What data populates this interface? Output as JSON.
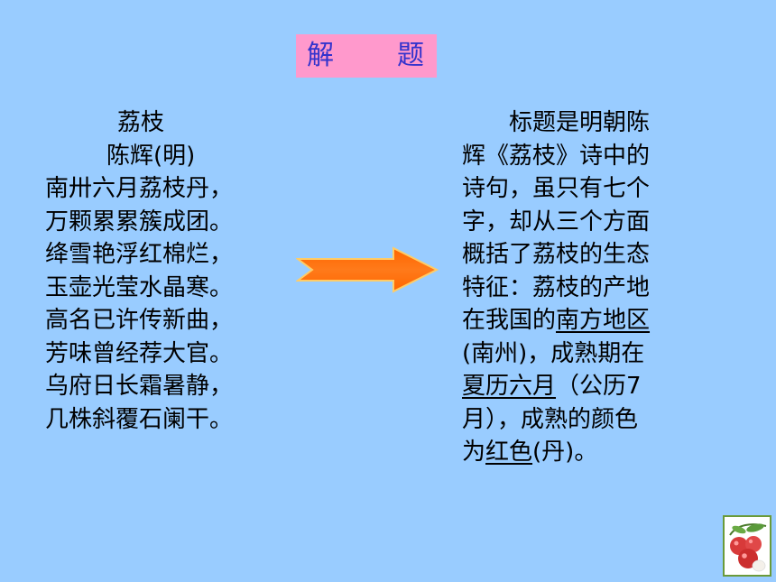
{
  "header": {
    "title_left": "解",
    "title_right": "题"
  },
  "poem": {
    "title": "荔枝",
    "author": "陈辉(明)",
    "lines": [
      "南卅六月荔枝丹，",
      "万颗累累簇成团。",
      "绛雪艳浮红棉烂，",
      "玉壶光莹水晶寒。",
      "高名已许传新曲，",
      "芳味曾经荐大官。",
      "乌府日长霜暑静，",
      "几株斜覆石阑干。"
    ]
  },
  "explanation": {
    "l1": "标题是明朝陈",
    "l2": "辉《荔枝》诗中的",
    "l3": "诗句，虽只有七个",
    "l4": "字，却从三个方面",
    "l5": "概括了荔枝的生态",
    "l6": "特征：荔枝的产地",
    "l7_pre": "在我国的",
    "l7_u": "南方地区",
    "l8": "(南州)，成熟期在",
    "l9_u": "夏历六月",
    "l9_post": "（公历7",
    "l10": "月），成熟的颜色",
    "l11_pre": "为",
    "l11_u": "红色",
    "l11_post": "(丹)。"
  },
  "colors": {
    "background": "#99ccff",
    "title_box": "#ff99cc",
    "title_text": "#3333cc",
    "arrow_fill": "#ff6600"
  },
  "icons": {
    "arrow": "right-arrow-icon",
    "thumbnail": "lychee-image"
  }
}
